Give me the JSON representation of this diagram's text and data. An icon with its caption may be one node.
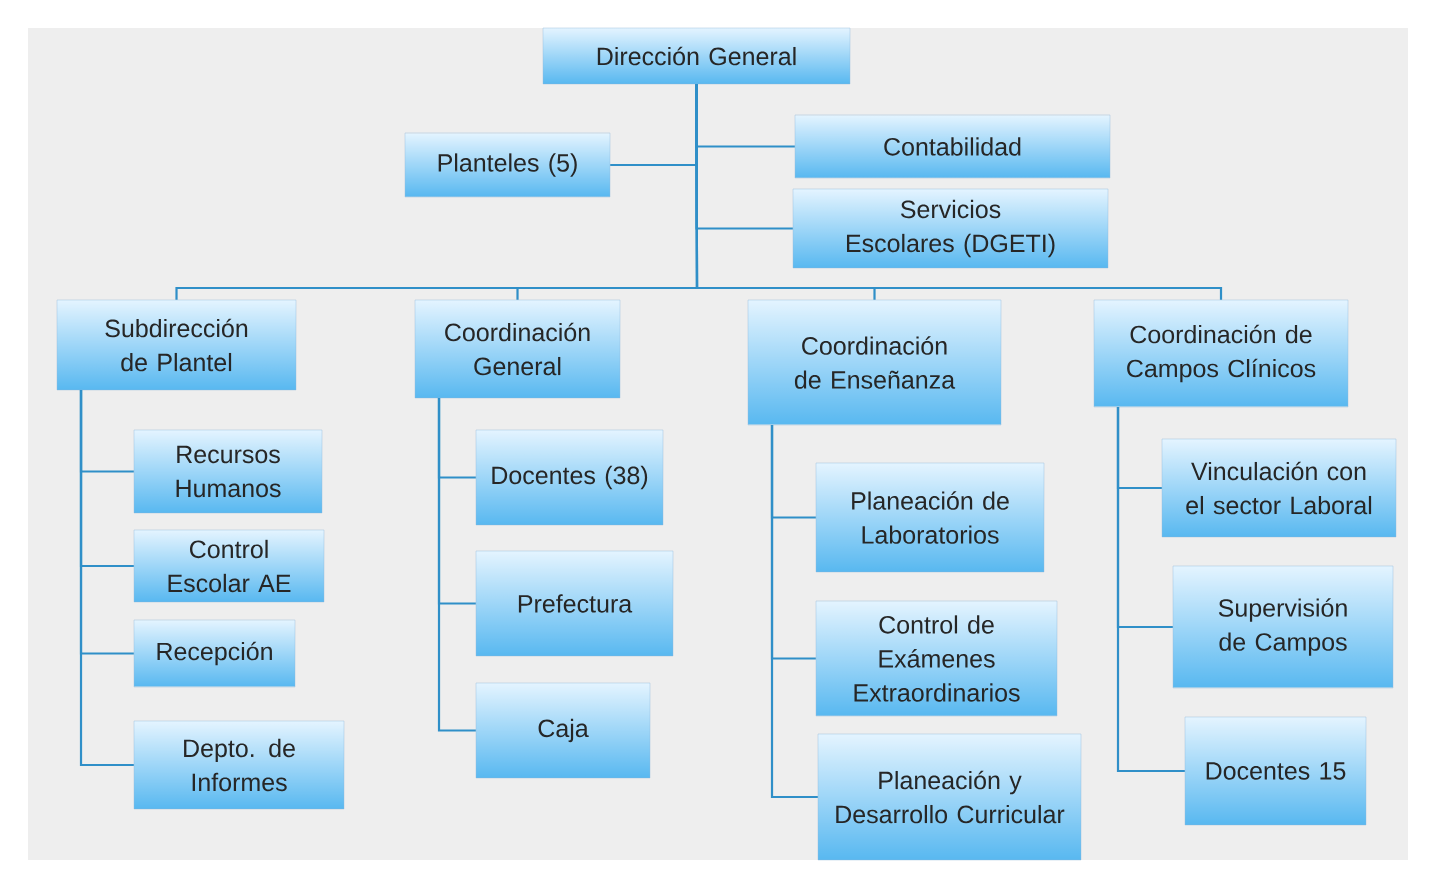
{
  "diagram": {
    "nodes": [
      {
        "text": [
          "Dirección General"
        ]
      },
      {
        "text": [
          "Planteles (5)"
        ]
      },
      {
        "text": [
          "Contabilidad"
        ]
      },
      {
        "text": [
          "Servicios Escolares (DGETI)"
        ]
      },
      {
        "text": [
          "Subdirección de Plantel"
        ]
      },
      {
        "text": [
          "Coordinación General"
        ]
      },
      {
        "text": [
          "Coordinación de Enseñanza"
        ]
      },
      {
        "text": [
          "Coordinación de Campos Clínicos"
        ]
      },
      {
        "text": [
          "Recursos Humanos"
        ]
      },
      {
        "text": [
          "Control Escolar AE"
        ]
      },
      {
        "text": [
          "Recepción"
        ]
      },
      {
        "text": [
          "Depto. de Informes"
        ]
      },
      {
        "text": [
          "Docentes (38)"
        ]
      },
      {
        "text": [
          "Prefectura"
        ]
      },
      {
        "text": [
          "Caja"
        ]
      },
      {
        "text": [
          "Planeación de Laboratorios"
        ]
      },
      {
        "text": [
          "Control de Exámenes Extraordinarios"
        ]
      },
      {
        "text": [
          "Planeación y Desarrollo Curricular"
        ]
      },
      {
        "text": [
          "Vinculación con el sector Laboral"
        ]
      },
      {
        "text": [
          "Supervisión de Campos"
        ]
      },
      {
        "text": [
          "Docentes 15"
        ]
      }
    ],
    "edges": [
      {
        "from": 0,
        "to": 1,
        "arrow": "none"
      },
      {
        "from": 0,
        "to": 2,
        "arrow": "none"
      },
      {
        "from": 0,
        "to": 3,
        "arrow": "none"
      },
      {
        "from": 0,
        "to": 4,
        "arrow": "none"
      },
      {
        "from": 0,
        "to": 5,
        "arrow": "none"
      },
      {
        "from": 0,
        "to": 6,
        "arrow": "none"
      },
      {
        "from": 0,
        "to": 7,
        "arrow": "none"
      },
      {
        "from": 4,
        "to": 8,
        "arrow": "none"
      },
      {
        "from": 4,
        "to": 9,
        "arrow": "none"
      },
      {
        "from": 4,
        "to": 10,
        "arrow": "none"
      },
      {
        "from": 4,
        "to": 11,
        "arrow": "none"
      },
      {
        "from": 5,
        "to": 12,
        "arrow": "none"
      },
      {
        "from": 5,
        "to": 13,
        "arrow": "none"
      },
      {
        "from": 5,
        "to": 14,
        "arrow": "none"
      },
      {
        "from": 6,
        "to": 15,
        "arrow": "none"
      },
      {
        "from": 6,
        "to": 16,
        "arrow": "none"
      },
      {
        "from": 6,
        "to": 17,
        "arrow": "none"
      },
      {
        "from": 7,
        "to": 18,
        "arrow": "none"
      },
      {
        "from": 7,
        "to": 19,
        "arrow": "none"
      },
      {
        "from": 7,
        "to": 20,
        "arrow": "none"
      }
    ]
  }
}
